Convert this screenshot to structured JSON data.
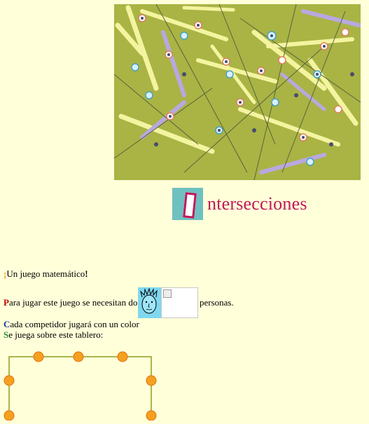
{
  "hero_image": {
    "alt": "",
    "background": "#a9b444"
  },
  "title": {
    "initial_icon": "I-block-icon",
    "text": "ntersecciones",
    "color": "#c0185a"
  },
  "intro": {
    "open_mark": "¡",
    "text": "Un juego matemático",
    "close_mark": "!"
  },
  "players": {
    "initial": "P",
    "text": "ara jugar este juego se necesitan dos",
    "suffix": "personas."
  },
  "color_line": {
    "initial": "C",
    "text": "ada competidor jugará con un color"
  },
  "board_line": {
    "initial": "S",
    "text": "e juega sobre este tablero:"
  },
  "board": {
    "edge_color": "#8aa020",
    "node_color": "#f5a020",
    "node_stroke": "#e07010"
  }
}
